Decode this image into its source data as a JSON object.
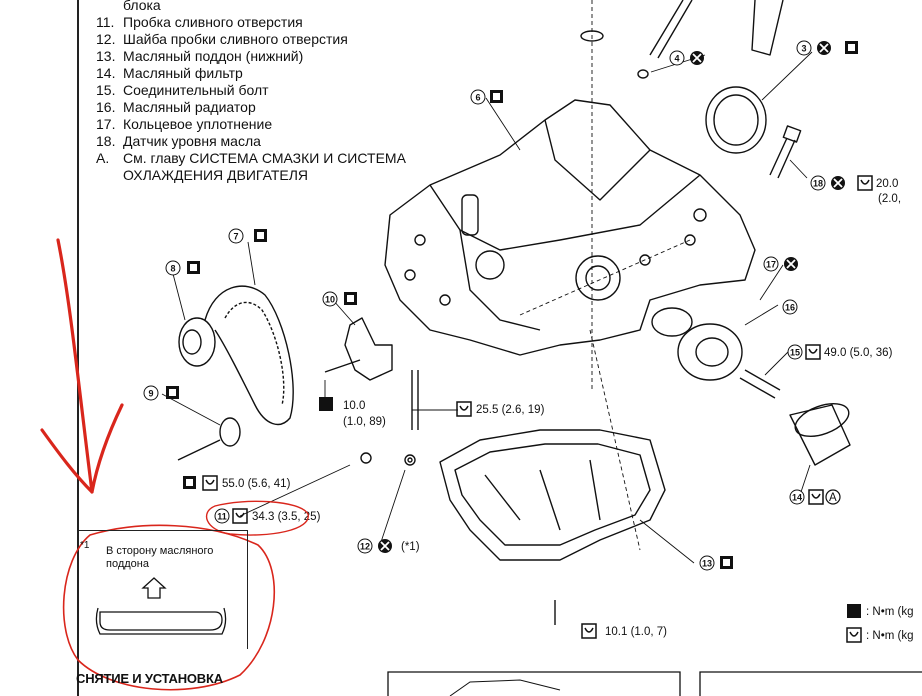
{
  "legend": {
    "top_fragment": "блока",
    "items": [
      {
        "num": "11.",
        "text": "Пробка сливного отверстия"
      },
      {
        "num": "12.",
        "text": "Шайба пробки сливного отверстия"
      },
      {
        "num": "13.",
        "text": "Масляный поддон (нижний)"
      },
      {
        "num": "14.",
        "text": "Масляный фильтр"
      },
      {
        "num": "15.",
        "text": "Соединительный болт"
      },
      {
        "num": "16.",
        "text": "Масляный радиатор"
      },
      {
        "num": "17.",
        "text": "Кольцевое уплотнение"
      },
      {
        "num": "18.",
        "text": "Датчик уровня масла"
      },
      {
        "num": "A.",
        "text": "См. главу СИСТЕМА СМАЗКИ И СИСТЕМА"
      }
    ],
    "continuation": "ОХЛАЖДЕНИЯ ДВИГАТЕЛЯ"
  },
  "callouts": {
    "c3": "3",
    "c4": "4",
    "c6": "6",
    "c7": "7",
    "c8": "8",
    "c9": "9",
    "c10": "10",
    "c11": "11",
    "c12": "12",
    "c13": "13",
    "c14": "14",
    "c15": "15",
    "c16": "16",
    "c17": "17",
    "c18": "18"
  },
  "torques": {
    "t18": "20.0",
    "t18b": "(2.0,",
    "t15": "49.0 (5.0, 36)",
    "t10": "10.0",
    "t10b": "(1.0, 89)",
    "t_bolt": "25.5 (2.6, 19)",
    "t9": "55.0 (5.6, 41)",
    "t11": "34.3 (3.5, 25)",
    "t12": "(*1)",
    "t_pan": "10.1 (1.0, 7)",
    "t14": "A"
  },
  "units": {
    "u1": ": N•m (kg",
    "u2": ": N•m (kg"
  },
  "inset": {
    "star": "*1",
    "text": "В сторону масляного поддона"
  },
  "section_title": "СНЯТИЕ И УСТАНОВКА",
  "colors": {
    "annotation": "#d9261c",
    "ink": "#111111"
  }
}
